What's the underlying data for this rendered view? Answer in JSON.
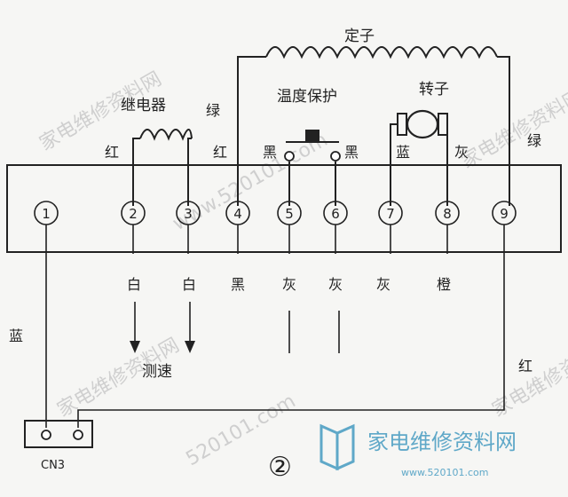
{
  "labels": {
    "stator": "定子",
    "relay": "继电器",
    "temp_protect": "温度保护",
    "rotor": "转子",
    "speed": "测速",
    "cn3": "CN3",
    "circle_num": "②"
  },
  "wire_colors": {
    "relay_left": "红",
    "green_top": "绿",
    "red_pin4": "红",
    "black_left": "黑",
    "black_right": "黑",
    "blue_rotor": "蓝",
    "gray_rotor": "灰",
    "green_right": "绿",
    "blue_left": "蓝",
    "red_right": "红"
  },
  "pins": [
    "1",
    "2",
    "3",
    "4",
    "5",
    "6",
    "7",
    "8",
    "9"
  ],
  "bottom_labels": [
    "白",
    "白",
    "黑",
    "灰",
    "灰",
    "灰",
    "橙"
  ],
  "watermark": {
    "site_cn": "家电维修资料网",
    "url": "www.520101.com",
    "url_short": "520101.com"
  },
  "colors": {
    "ink": "#222222",
    "watermark_gray": "#cfcfcf",
    "watermark_blue": "#5fa8c8"
  }
}
